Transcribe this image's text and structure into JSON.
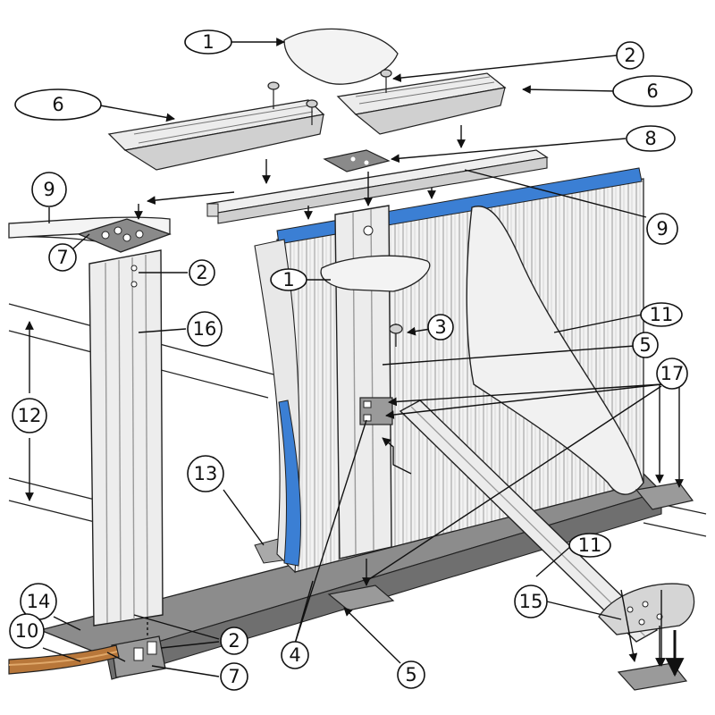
{
  "figure": {
    "callouts": [
      {
        "id": "c1a",
        "text": "1"
      },
      {
        "id": "c2a",
        "text": "2"
      },
      {
        "id": "c6a",
        "text": "6"
      },
      {
        "id": "c6b",
        "text": "6"
      },
      {
        "id": "c8",
        "text": "8"
      },
      {
        "id": "c9a",
        "text": "9"
      },
      {
        "id": "c9b",
        "text": "9"
      },
      {
        "id": "c7a",
        "text": "7"
      },
      {
        "id": "c2b",
        "text": "2"
      },
      {
        "id": "c1b",
        "text": "1"
      },
      {
        "id": "c16",
        "text": "16"
      },
      {
        "id": "c3",
        "text": "3"
      },
      {
        "id": "c11a",
        "text": "11"
      },
      {
        "id": "c5a",
        "text": "5"
      },
      {
        "id": "c17",
        "text": "17"
      },
      {
        "id": "c12",
        "text": "12"
      },
      {
        "id": "c13",
        "text": "13"
      },
      {
        "id": "c14",
        "text": "14"
      },
      {
        "id": "c11b",
        "text": "11"
      },
      {
        "id": "c15",
        "text": "15"
      },
      {
        "id": "c10",
        "text": "10"
      },
      {
        "id": "c2c",
        "text": "2"
      },
      {
        "id": "c4",
        "text": "4"
      },
      {
        "id": "c5b",
        "text": "5"
      },
      {
        "id": "c7b",
        "text": "7"
      }
    ],
    "colors": {
      "outline": "#222222",
      "metal": "#e9e9e9",
      "metal_shade": "#c9c9c9",
      "ground": "#8c8c8c",
      "liner_blue": "#3b7fd4",
      "hose": "#b8773a"
    }
  }
}
